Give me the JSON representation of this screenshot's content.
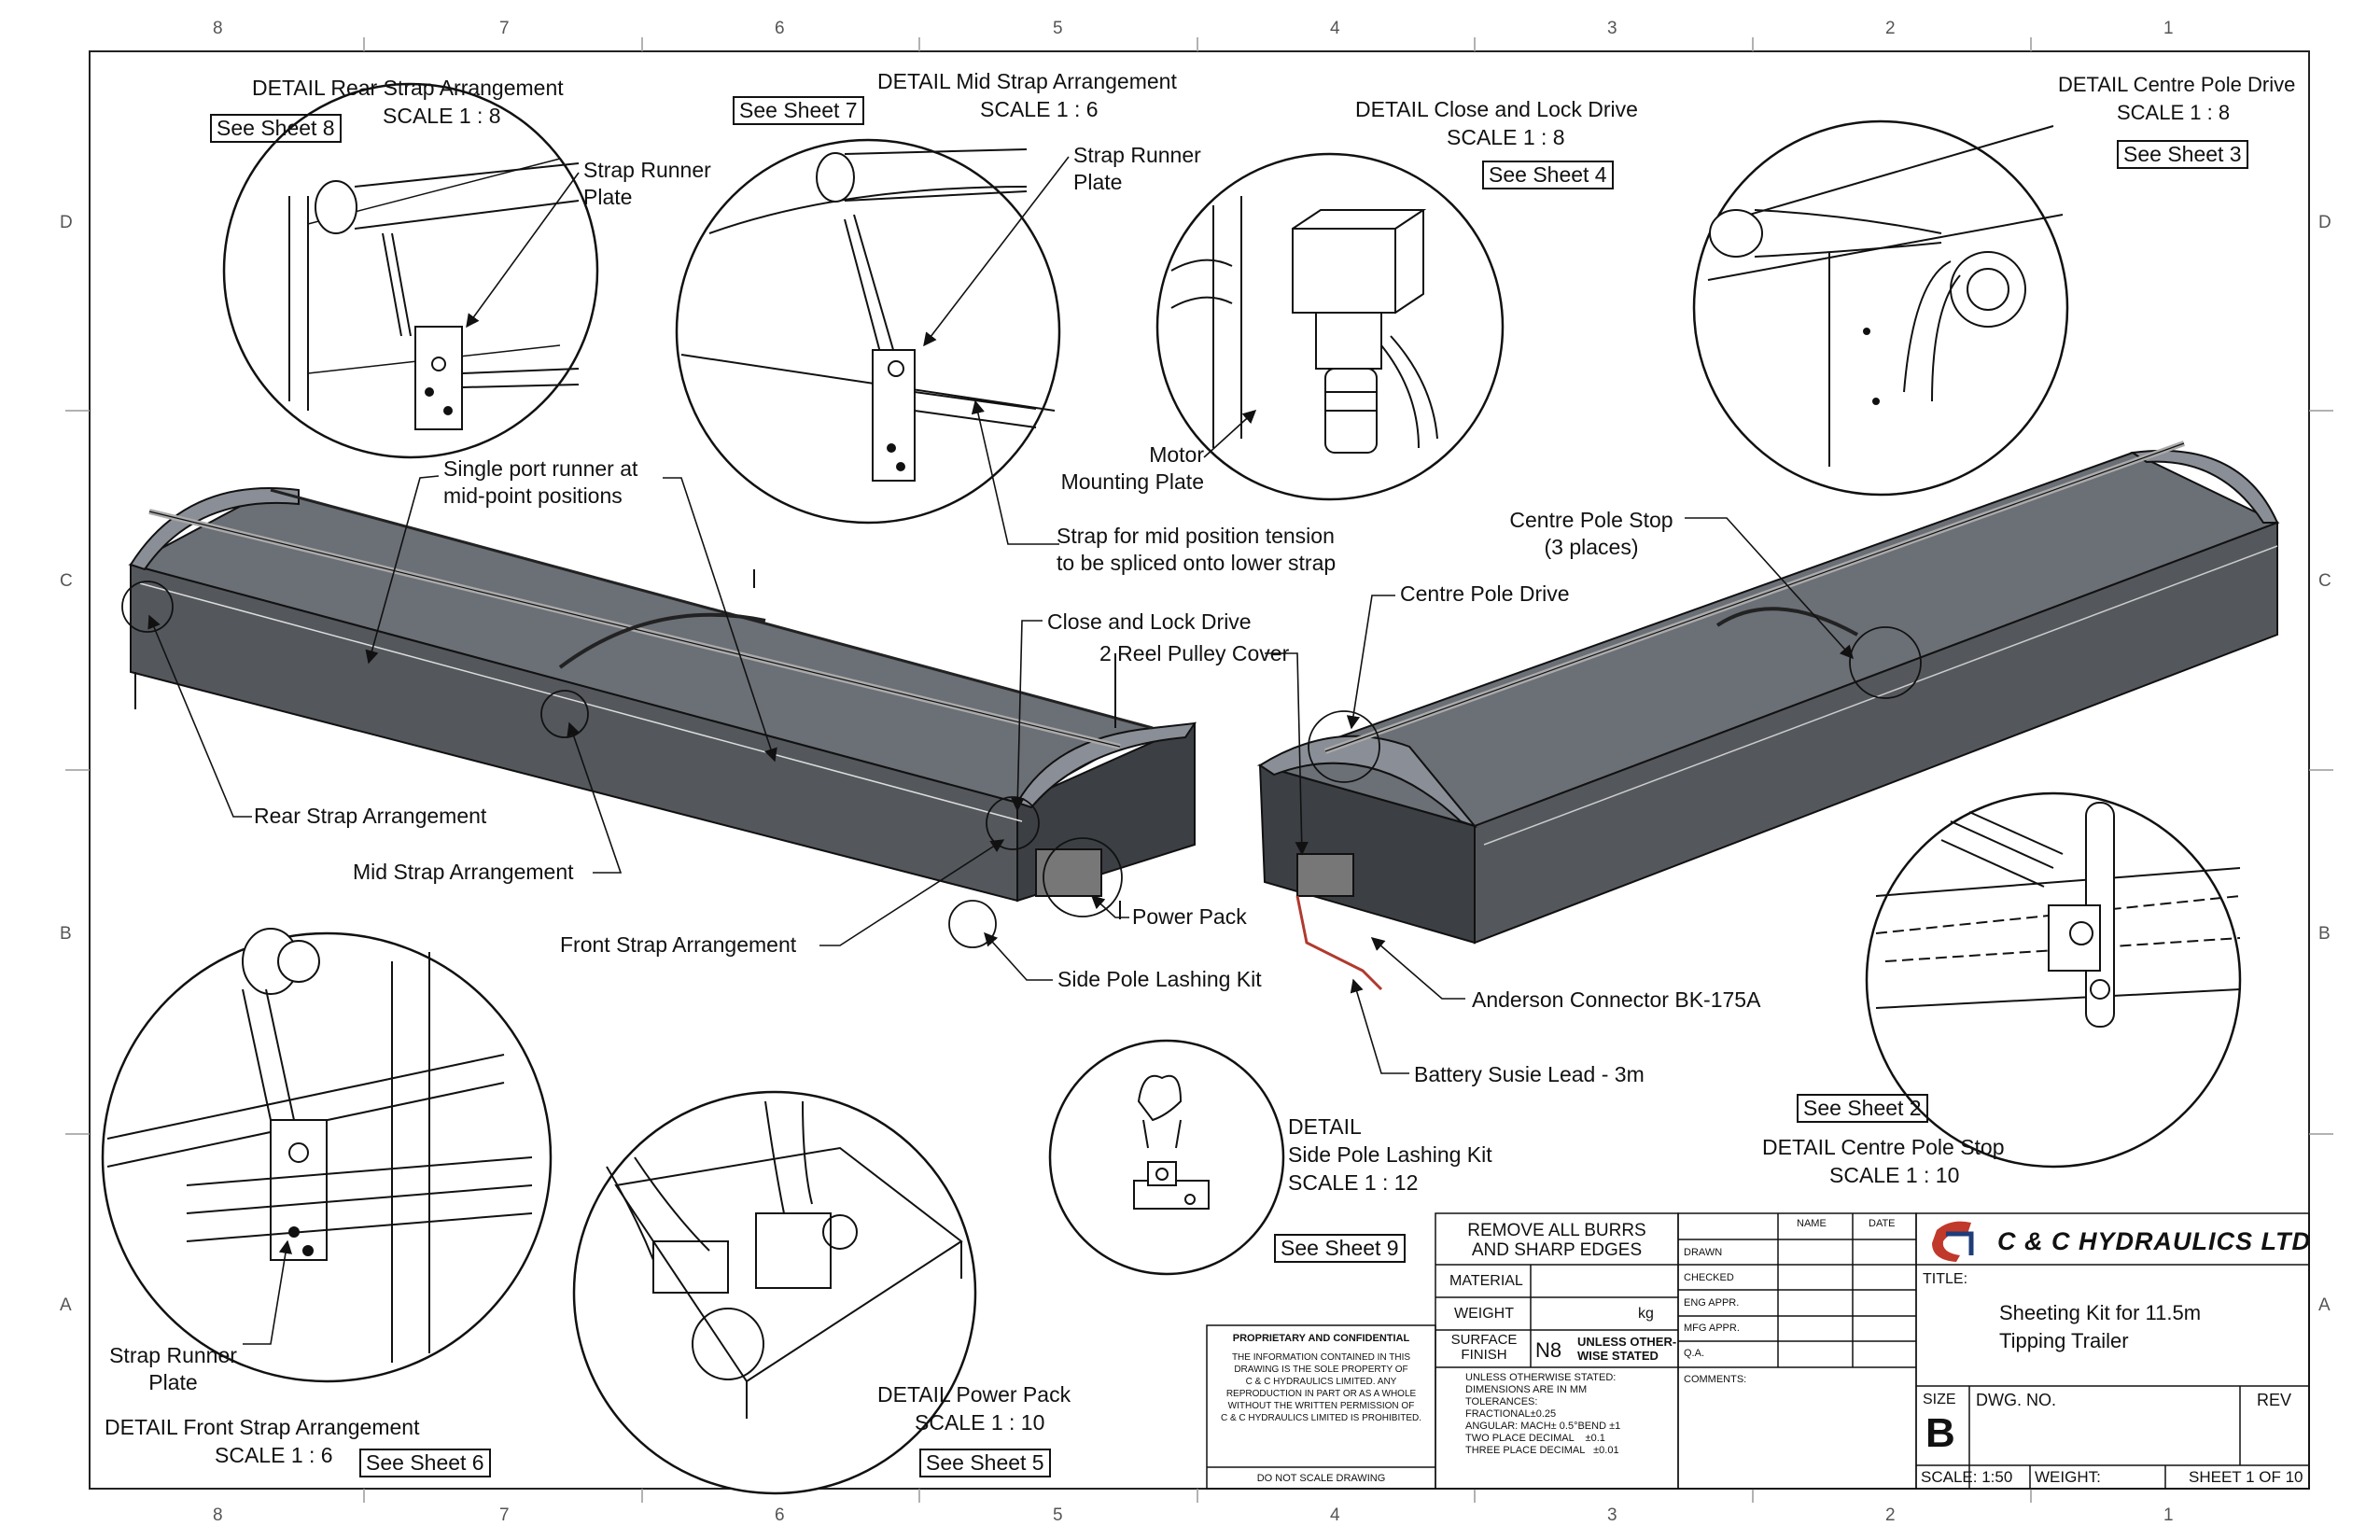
{
  "border": {
    "zones_top": [
      "8",
      "7",
      "6",
      "5",
      "4",
      "3",
      "2",
      "1"
    ],
    "zones_bottom": [
      "8",
      "7",
      "6",
      "5",
      "4",
      "3",
      "2",
      "1"
    ],
    "zones_side": [
      "D",
      "C",
      "B",
      "A"
    ]
  },
  "details": {
    "rear_strap": {
      "title": "DETAIL Rear Strap Arrangement",
      "scale": "SCALE 1 : 8",
      "sheet_ref": "See Sheet 8",
      "callout": "Strap Runner\nPlate"
    },
    "mid_strap": {
      "title": "DETAIL Mid Strap Arrangement",
      "scale": "SCALE 1 : 6",
      "sheet_ref": "See Sheet 7",
      "callout": "Strap Runner\nPlate"
    },
    "close_lock": {
      "title": "DETAIL Close and Lock Drive",
      "scale": "SCALE 1 : 8",
      "sheet_ref": "See Sheet 4",
      "callout": "Motor\nMounting Plate"
    },
    "centre_pole_drive": {
      "title": "DETAIL Centre Pole Drive",
      "scale": "SCALE 1 : 8",
      "sheet_ref": "See Sheet 3"
    },
    "centre_pole_stop": {
      "title": "DETAIL Centre Pole Stop",
      "scale": "SCALE 1 : 10",
      "sheet_ref": "See Sheet 2"
    },
    "side_pole": {
      "title": "DETAIL",
      "title2": "Side Pole Lashing Kit",
      "scale": "SCALE 1 : 12",
      "sheet_ref": "See Sheet 9"
    },
    "power_pack": {
      "title": "DETAIL Power Pack",
      "scale": "SCALE 1 : 10",
      "sheet_ref": "See Sheet 5"
    },
    "front_strap": {
      "title": "DETAIL Front Strap Arrangement",
      "scale": "SCALE 1 : 6",
      "sheet_ref": "See Sheet 6",
      "callout": "Strap Runner\nPlate"
    }
  },
  "callouts": {
    "single_port": "Single port runner at\nmid-point positions",
    "strap_mid_tension": "Strap for mid position tension\nto be spliced onto lower strap",
    "centre_pole_stop": "Centre Pole Stop\n(3 places)",
    "centre_pole_drive": "Centre Pole Drive",
    "close_lock_drive": "Close and Lock Drive",
    "reel_pulley": "2 Reel Pulley Cover",
    "rear_strap": "Rear Strap Arrangement",
    "mid_strap": "Mid Strap Arrangement",
    "front_strap": "Front Strap Arrangement",
    "power_pack": "Power Pack",
    "side_pole": "Side Pole Lashing Kit",
    "anderson": "Anderson Connector BK-175A",
    "battery": "Battery Susie Lead - 3m"
  },
  "title_block": {
    "remove_burrs": "REMOVE ALL BURRS\nAND SHARP EDGES",
    "material": "MATERIAL",
    "weight": "WEIGHT",
    "weight_unit": "kg",
    "surface_finish": "SURFACE\nFINISH",
    "finish_value": "N8",
    "unless_stated": "UNLESS OTHER-\nWISE STATED",
    "tolerances": "UNLESS OTHERWISE STATED:\nDIMENSIONS ARE IN MM\nTOLERANCES:\nFRACTIONAL±0.25\nANGULAR: MACH± 0.5°BEND ±1\nTWO PLACE DECIMAL    ±0.1\nTHREE PLACE DECIMAL   ±0.01",
    "proprietary": "PROPRIETARY AND CONFIDENTIAL",
    "proprietary_text": "THE INFORMATION CONTAINED IN THIS\nDRAWING IS THE SOLE PROPERTY OF\nC & C HYDRAULICS LIMITED. ANY\nREPRODUCTION IN PART OR AS A WHOLE\nWITHOUT THE WRITTEN PERMISSION OF\nC & C HYDRAULICS LIMITED IS PROHIBITED.",
    "do_not_scale": "DO NOT SCALE DRAWING",
    "col_name": "NAME",
    "col_date": "DATE",
    "rows": [
      "DRAWN",
      "CHECKED",
      "ENG APPR.",
      "MFG APPR.",
      "Q.A.",
      "COMMENTS:"
    ],
    "company": "C & C HYDRAULICS LTD",
    "title_label": "TITLE:",
    "title": "Sheeting Kit for 11.5m\nTipping Trailer",
    "size_label": "SIZE",
    "size": "B",
    "dwg_no_label": "DWG.  NO.",
    "rev_label": "REV",
    "scale": "SCALE: 1:50",
    "weight_label": "WEIGHT:",
    "sheet": "SHEET 1 OF 10"
  },
  "colors": {
    "body": "#54575c",
    "body_dark": "#3c3f44",
    "end_cap": "#7a7e86",
    "line": "#111111",
    "accent": "#c0392b"
  }
}
